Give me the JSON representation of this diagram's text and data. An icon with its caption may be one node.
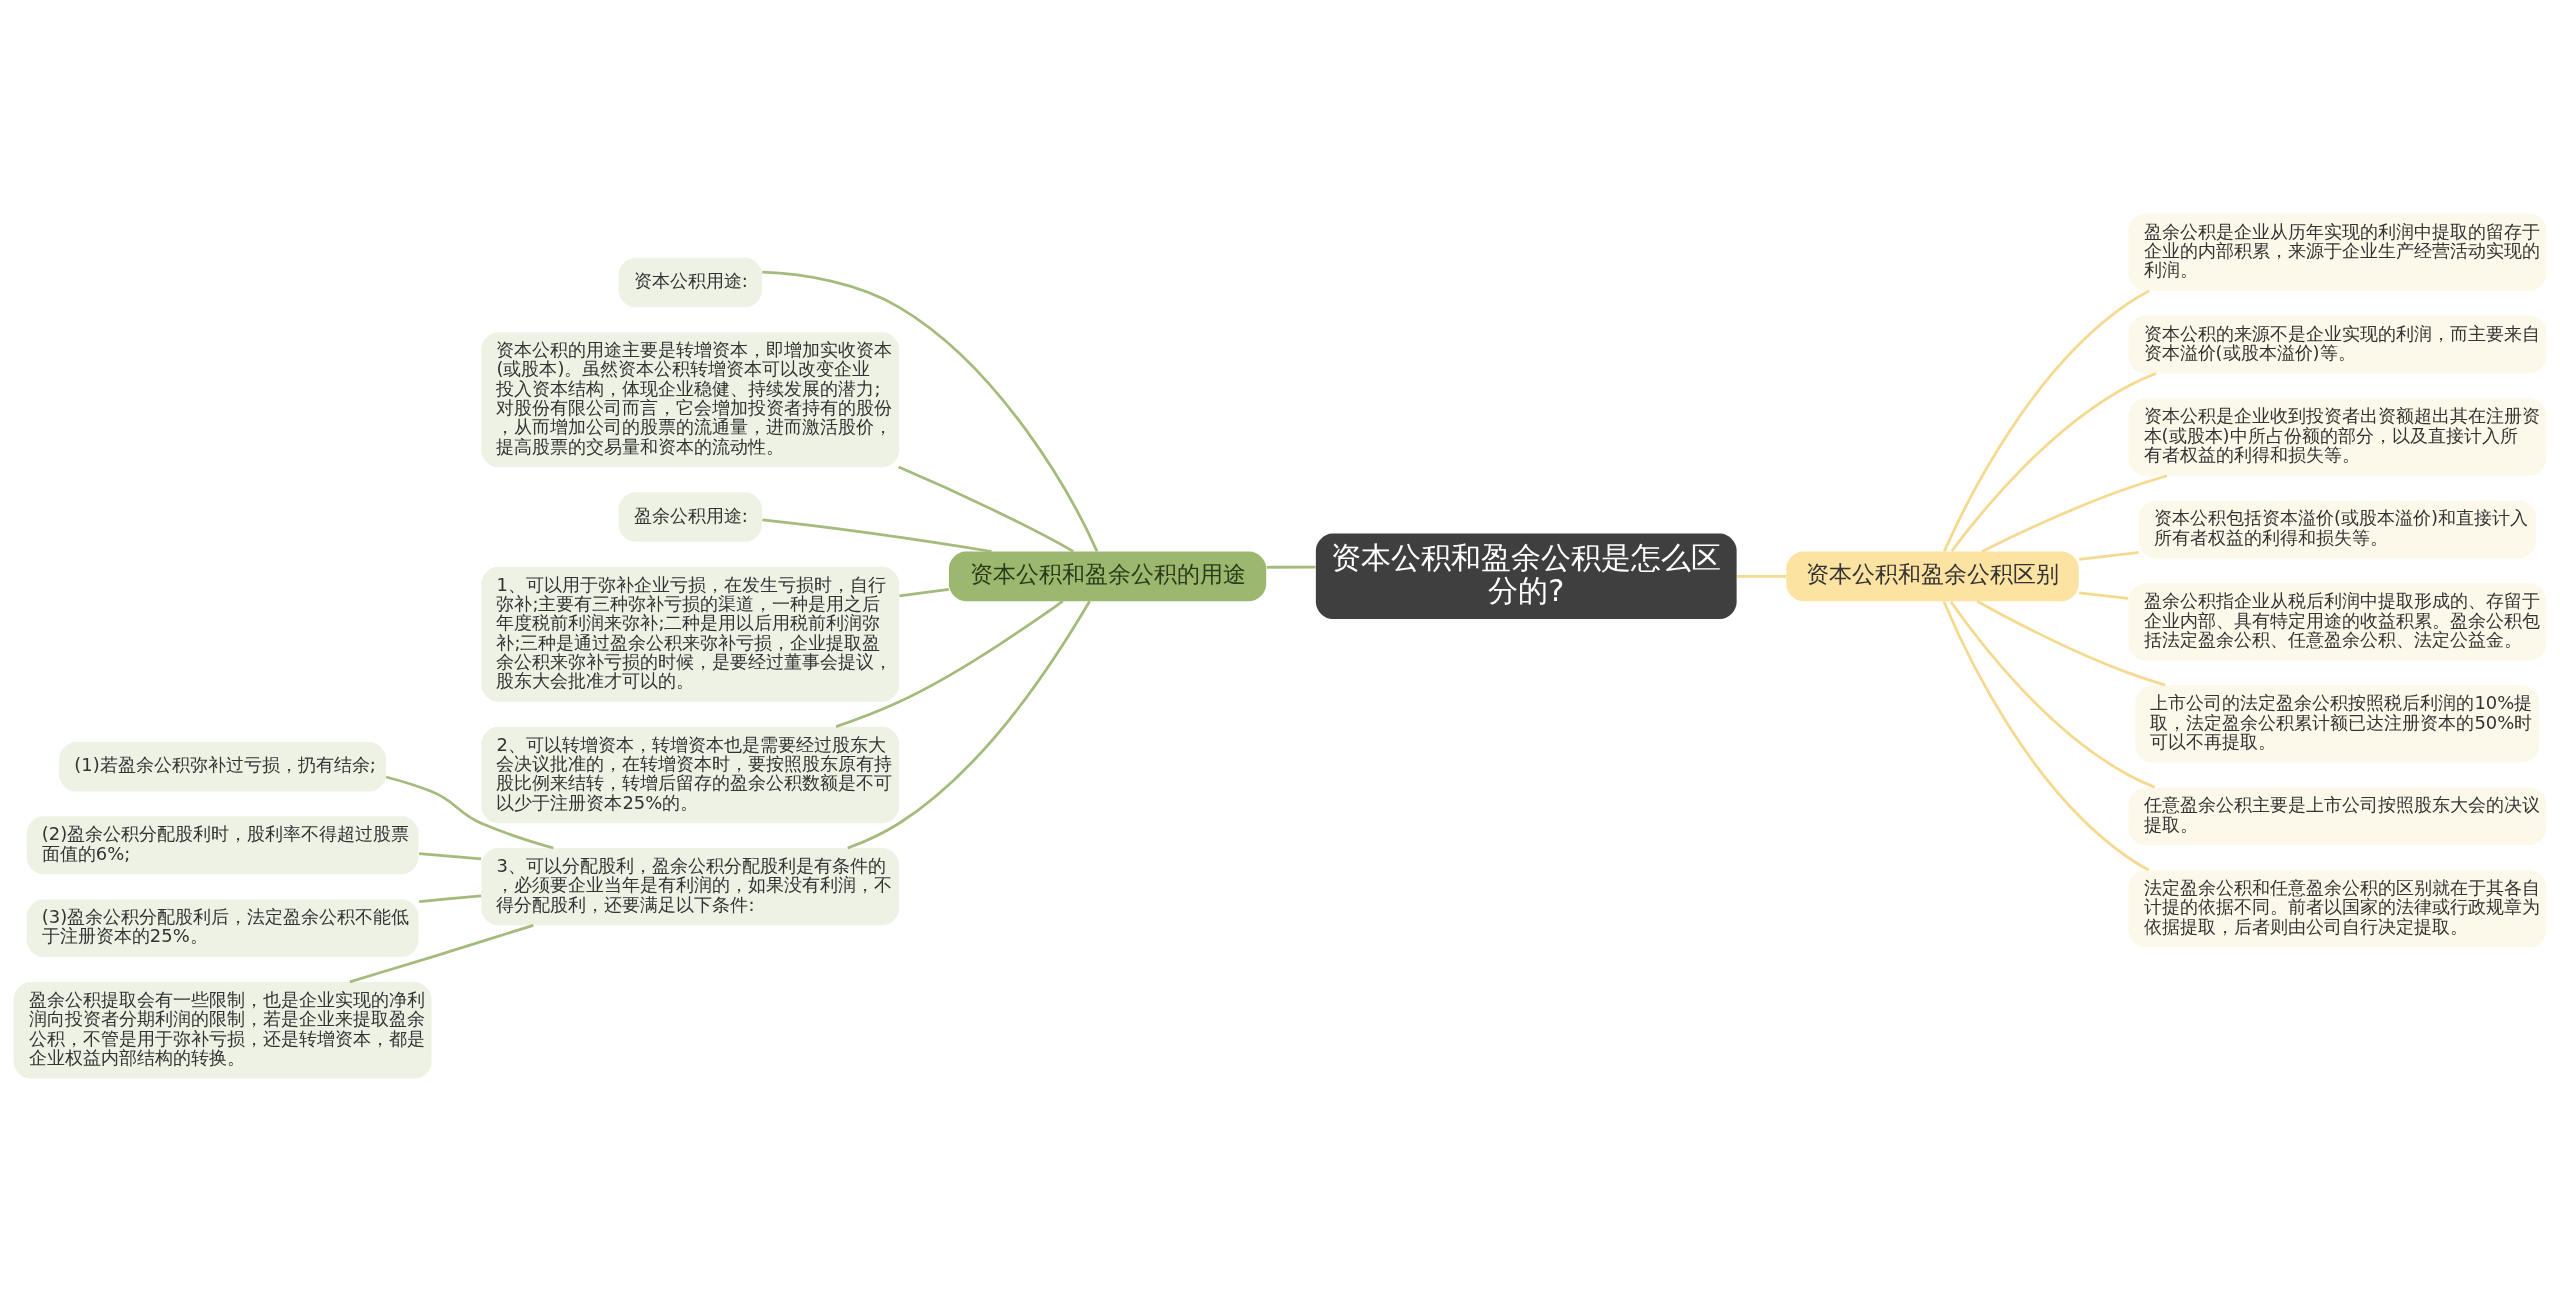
{
  "diagram": {
    "nodes": [
      {
        "text": [
          "资本公积和盈余公积是怎么区分的?"
        ]
      },
      {
        "text": [
          "资本公积和盈余公积的用途"
        ]
      },
      {
        "text": [
          "资本公积用途:"
        ]
      },
      {
        "text": [
          "资本公积的用途主要是转增资本，即增加实收资本(或股本)。虽然资本公积转增资本可以改变企业投入资本结构，体现企业稳健、持续发展的潜力;对股份有限公司而言，它会增加投资者持有的股份，从而增加公司的股票的流通量，进而激活股价，提高股票的交易量和资本的流动性。"
        ]
      },
      {
        "text": [
          "盈余公积用途:"
        ]
      },
      {
        "text": [
          "1、可以用于弥补企业亏损，在发生亏损时，自行弥补;主要有三种弥补亏损的渠道，一种是用之后年度税前利润来弥补;二种是用以后用税前利润弥补;三种是通过盈余公积来弥补亏损，企业提取盈余公积来弥补亏损的时候，是要经过董事会提议，股东大会批准才可以的。"
        ]
      },
      {
        "text": [
          "2、可以转增资本，转增资本也是需要经过股东大会决议批准的，在转增资本时，要按照股东原有持股比例来结转，转增后留存的盈余公积数额是不可以少于注册资本25%的。"
        ]
      },
      {
        "text": [
          "3、可以分配股利，盈余公积分配股利是有条件的，必须要企业当年是有利润的，如果没有利润，不得分配股利，还要满足以下条件:"
        ]
      },
      {
        "text": [
          "(1)若盈余公积弥补过亏损，扔有结余;"
        ]
      },
      {
        "text": [
          "(2)盈余公积分配股利时，股利率不得超过股票面值的6%;"
        ]
      },
      {
        "text": [
          "(3)盈余公积分配股利后，法定盈余公积不能低于注册资本的25%。"
        ]
      },
      {
        "text": [
          "盈余公积提取会有一些限制，也是企业实现的净利润向投资者分期利润的限制，若是企业来提取盈余公积，不管是用于弥补亏损，还是转增资本，都是企业权益内部结构的转换。"
        ]
      },
      {
        "text": [
          "资本公积和盈余公积区别"
        ]
      },
      {
        "text": [
          "盈余公积是企业从历年实现的利润中提取的留存于企业的内部积累，来源于企业生产经营活动实现的利润。"
        ]
      },
      {
        "text": [
          "资本公积的来源不是企业实现的利润，而主要来自资本溢价(或股本溢价)等。"
        ]
      },
      {
        "text": [
          "资本公积是企业收到投资者出资额超出其在注册资本(或股本)中所占份额的部分，以及直接计入所有者权益的利得和损失等。"
        ]
      },
      {
        "text": [
          "资本公积包括资本溢价(或股本溢价)和直接计入所有者权益的利得和损失等。"
        ]
      },
      {
        "text": [
          "盈余公积指企业从税后利润中提取形成的、存留于企业内部、具有特定用途的收益积累。盈余公积包括法定盈余公积、任意盈余公积、法定公益金。"
        ]
      },
      {
        "text": [
          "上市公司的法定盈余公积按照税后利润的10%提取，法定盈余公积累计额已达注册资本的50%时可以不再提取。"
        ]
      },
      {
        "text": [
          "任意盈余公积主要是上市公司按照股东大会的决议提取。"
        ]
      },
      {
        "text": [
          "法定盈余公积和任意盈余公积的区别就在于其各自计提的依据不同。前者以国家的法律或行政规章为依据提取，后者则由公司自行决定提取。"
        ]
      }
    ],
    "edges": [
      {
        "from": 0,
        "to": 1,
        "arrow": "none"
      },
      {
        "from": 1,
        "to": 2,
        "arrow": "none"
      },
      {
        "from": 1,
        "to": 3,
        "arrow": "none"
      },
      {
        "from": 1,
        "to": 4,
        "arrow": "none"
      },
      {
        "from": 1,
        "to": 5,
        "arrow": "none"
      },
      {
        "from": 1,
        "to": 6,
        "arrow": "none"
      },
      {
        "from": 1,
        "to": 7,
        "arrow": "none"
      },
      {
        "from": 7,
        "to": 8,
        "arrow": "none"
      },
      {
        "from": 7,
        "to": 9,
        "arrow": "none"
      },
      {
        "from": 7,
        "to": 10,
        "arrow": "none"
      },
      {
        "from": 7,
        "to": 11,
        "arrow": "none"
      },
      {
        "from": 0,
        "to": 12,
        "arrow": "none",
        "color": "#f5d98f"
      },
      {
        "from": 12,
        "to": 13,
        "arrow": "none",
        "color": "#f5d98f"
      },
      {
        "from": 12,
        "to": 14,
        "arrow": "none",
        "color": "#f5d98f"
      },
      {
        "from": 12,
        "to": 15,
        "arrow": "none",
        "color": "#f5d98f"
      },
      {
        "from": 12,
        "to": 16,
        "arrow": "none",
        "color": "#f5d98f"
      },
      {
        "from": 12,
        "to": 17,
        "arrow": "none",
        "color": "#f5d98f"
      },
      {
        "from": 12,
        "to": 18,
        "arrow": "none",
        "color": "#f5d98f"
      },
      {
        "from": 12,
        "to": 19,
        "arrow": "none",
        "color": "#f5d98f"
      },
      {
        "from": 12,
        "to": 20,
        "arrow": "none",
        "color": "#f5d98f"
      }
    ]
  }
}
